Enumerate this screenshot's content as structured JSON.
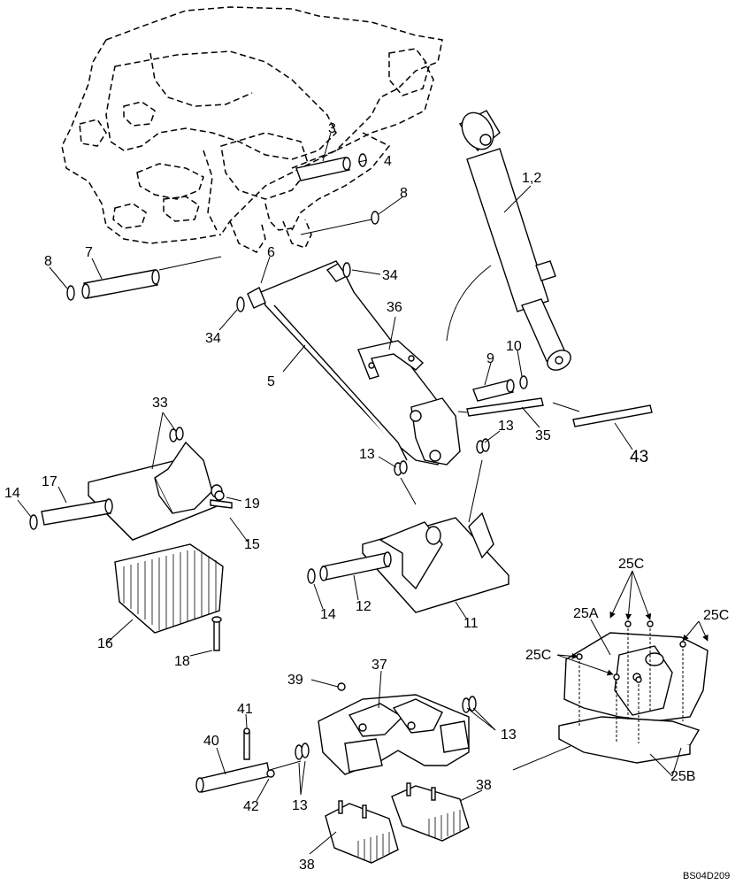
{
  "diagram": {
    "drawing_code": "BS04D209",
    "callouts": [
      {
        "id": "c-3",
        "text": "3"
      },
      {
        "id": "c-4",
        "text": "4"
      },
      {
        "id": "c-1-2",
        "text": "1,2"
      },
      {
        "id": "c-8a",
        "text": "8"
      },
      {
        "id": "c-8b",
        "text": "8"
      },
      {
        "id": "c-7",
        "text": "7"
      },
      {
        "id": "c-6",
        "text": "6"
      },
      {
        "id": "c-34a",
        "text": "34"
      },
      {
        "id": "c-34b",
        "text": "34"
      },
      {
        "id": "c-36",
        "text": "36"
      },
      {
        "id": "c-5",
        "text": "5"
      },
      {
        "id": "c-9",
        "text": "9"
      },
      {
        "id": "c-10",
        "text": "10"
      },
      {
        "id": "c-35",
        "text": "35"
      },
      {
        "id": "c-43",
        "text": "43"
      },
      {
        "id": "c-33",
        "text": "33"
      },
      {
        "id": "c-13a",
        "text": "13"
      },
      {
        "id": "c-13b",
        "text": "13"
      },
      {
        "id": "c-14a",
        "text": "14"
      },
      {
        "id": "c-17",
        "text": "17"
      },
      {
        "id": "c-19",
        "text": "19"
      },
      {
        "id": "c-15",
        "text": "15"
      },
      {
        "id": "c-16",
        "text": "16"
      },
      {
        "id": "c-18",
        "text": "18"
      },
      {
        "id": "c-14b",
        "text": "14"
      },
      {
        "id": "c-12",
        "text": "12"
      },
      {
        "id": "c-11",
        "text": "11"
      },
      {
        "id": "c-25c-top",
        "text": "25C"
      },
      {
        "id": "c-25a",
        "text": "25A"
      },
      {
        "id": "c-25c-right",
        "text": "25C"
      },
      {
        "id": "c-25c-left",
        "text": "25C"
      },
      {
        "id": "c-25b",
        "text": "25B"
      },
      {
        "id": "c-39",
        "text": "39"
      },
      {
        "id": "c-37",
        "text": "37"
      },
      {
        "id": "c-41",
        "text": "41"
      },
      {
        "id": "c-40",
        "text": "40"
      },
      {
        "id": "c-13c",
        "text": "13"
      },
      {
        "id": "c-42",
        "text": "42"
      },
      {
        "id": "c-13d",
        "text": "13"
      },
      {
        "id": "c-38a",
        "text": "38"
      },
      {
        "id": "c-38b",
        "text": "38"
      }
    ]
  }
}
